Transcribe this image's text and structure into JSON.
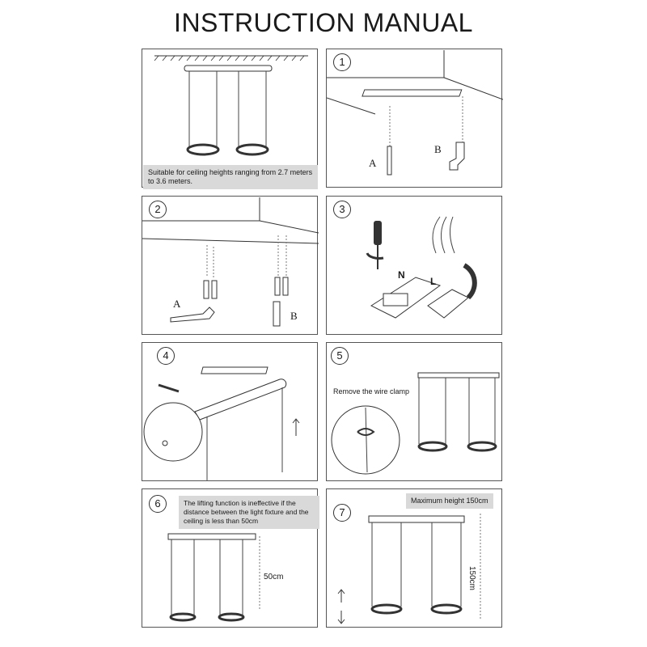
{
  "title": "INSTRUCTION MANUAL",
  "panels": {
    "p0": {
      "note": "Suitable for ceiling heights ranging from 2.7 meters to 3.6 meters."
    },
    "p1": {
      "step": "1",
      "label_a": "A",
      "label_b": "B"
    },
    "p2": {
      "step": "2",
      "label_a": "A",
      "label_b": "B"
    },
    "p3": {
      "step": "3",
      "label_n": "N",
      "label_l": "L"
    },
    "p4": {
      "step": "4"
    },
    "p5": {
      "step": "5",
      "note": "Remove the wire clamp"
    },
    "p6": {
      "step": "6",
      "note": "The lifting function is ineffective if the distance between the light fixture and the ceiling is less than 50cm",
      "measure": "50cm"
    },
    "p7": {
      "step": "7",
      "note": "Maximum height 150cm",
      "measure": "150cm"
    }
  }
}
